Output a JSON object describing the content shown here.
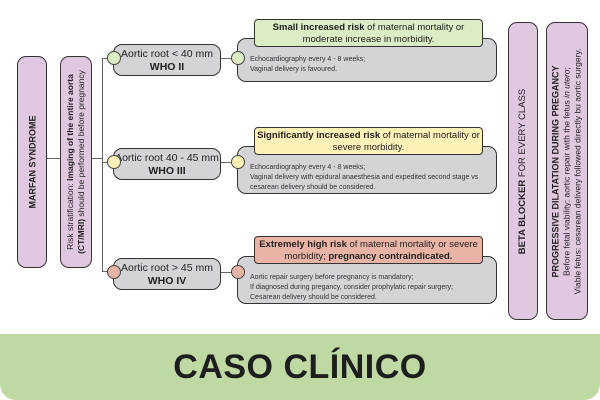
{
  "colors": {
    "purple_box": "#e0c8e1",
    "gray_box": "#d4d4d6",
    "green_risk": "#dcecc4",
    "yellow_risk": "#fdf1b8",
    "red_risk": "#e9b4a5",
    "green_dot": "#dcecc4",
    "yellow_dot": "#fdf1b8",
    "red_dot": "#e9b4a5",
    "footer_bg": "#bfd9a3"
  },
  "left": {
    "syndrome": "MARFAN SYNDROME",
    "stratification_prefix": "Risk stratification: ",
    "stratification_bold": "Imaging of the entire aorta",
    "stratification_line2_bold": "(CT/MRI)",
    "stratification_line2_rest": " should be performed before pregnancy"
  },
  "branches": [
    {
      "root": "Aortic root < 40 mm",
      "who": "WHO II",
      "risk_bold": "Small increased risk",
      "risk_rest": " of maternal mortality or moderate increase in morbidity.",
      "details": [
        "Echocardiography every 4 - 8 weeks;",
        "Vaginal delivery is favoured."
      ]
    },
    {
      "root": "Aortic root 40 - 45 mm",
      "who": "WHO III",
      "risk_bold": "Significantly increased risk",
      "risk_rest": " of maternal mortality or severe morbidity.",
      "details": [
        "Echocardiography every 4 - 8 weeks;",
        "Vaginal delivery with epidural anaesthesia and expedited second stage vs",
        "cesarean delivery should be considered."
      ]
    },
    {
      "root": "Aortic root > 45 mm",
      "who": "WHO IV",
      "risk_bold": "Extremely high risk",
      "risk_rest": " of maternal mortality or severe morbidity; ",
      "risk_bold2": "pregnancy contraindicated.",
      "details": [
        "Aortic repair surgery before pregnancy is mandatory;",
        "If diagnosed during pregancy, consider prophylatic repair surgery;",
        "Cesarean delivery should be considered."
      ]
    }
  ],
  "right": {
    "beta_bold": "BETA BLOCKER",
    "beta_rest": " FOR EVERY CLASS",
    "progressive_title": "PROGRESSIVE DILATATION DURING PREGANCY",
    "progressive_line1_prefix": "Before fetal viability: aortic repair with the fetus ",
    "progressive_line1_italic": "in utero",
    "progressive_line1_suffix": ";",
    "progressive_line2": "Viable fetus: cesarean delivery followed directly bu aortic surgery."
  },
  "footer": {
    "title": "CASO CLÍNICO"
  }
}
